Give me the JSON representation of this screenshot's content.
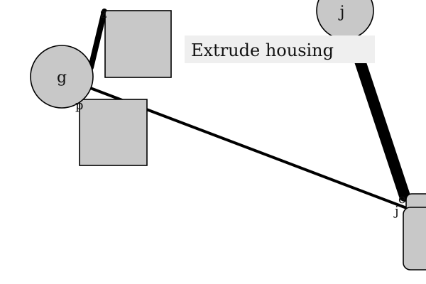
{
  "diagram": {
    "caption": "Extrude housing",
    "nodes": {
      "g": {
        "label": "g"
      },
      "j": {
        "label": "j"
      }
    },
    "port_labels": {
      "top_left_square": "z",
      "mid_left_square": "p",
      "bottom_right_a": "e",
      "bottom_right_b": "j"
    },
    "colors": {
      "node_fill": "#c8c8c8",
      "stroke": "#000000",
      "caption_bg": "#efefef"
    }
  }
}
